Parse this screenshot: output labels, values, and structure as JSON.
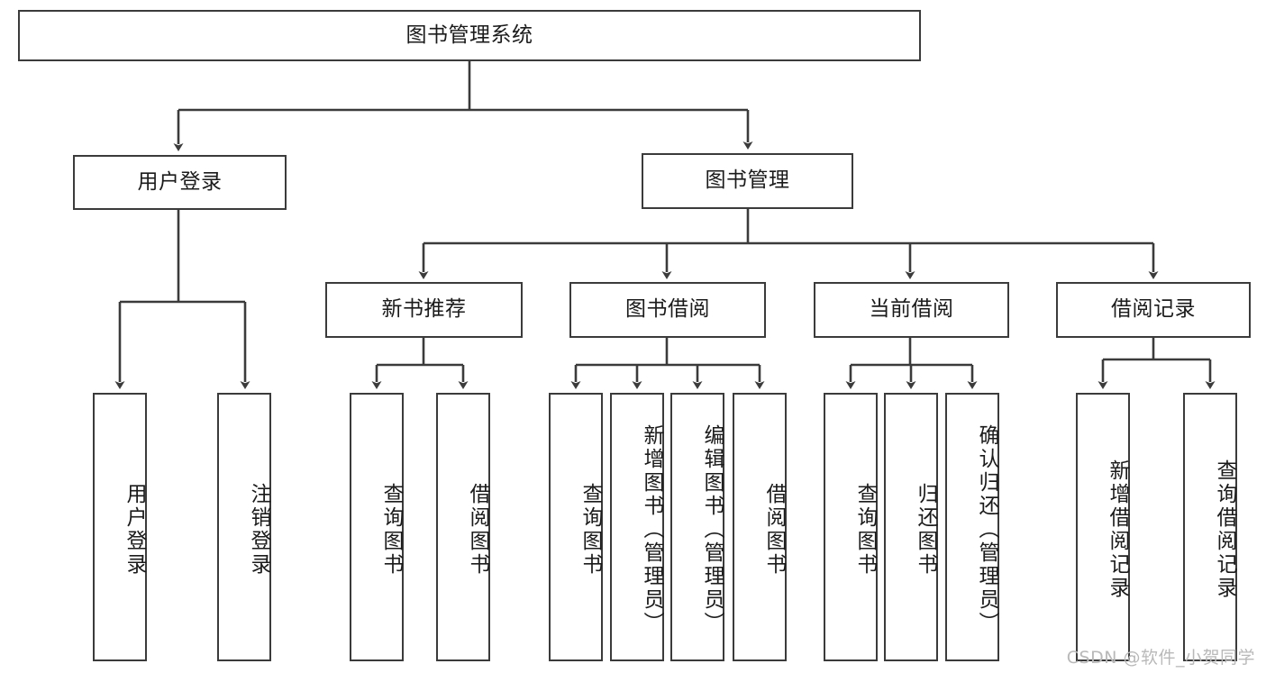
{
  "diagram": {
    "title": "图书管理系统",
    "type": "tree-hierarchy-diagram",
    "watermark": "CSDN @软件_小贺同学",
    "colors": {
      "stroke": "#3b3b3b",
      "fill": "#ffffff",
      "text": "#1b1b1b",
      "watermark": "#b9b9b9"
    },
    "nodes": {
      "root": {
        "label": "图书管理系统"
      },
      "level2": [
        {
          "id": "user-login",
          "label": "用户登录"
        },
        {
          "id": "book-manage",
          "label": "图书管理"
        }
      ],
      "level3": [
        {
          "id": "new-book-recommend",
          "label": "新书推荐"
        },
        {
          "id": "book-borrow",
          "label": "图书借阅"
        },
        {
          "id": "current-borrow",
          "label": "当前借阅"
        },
        {
          "id": "borrow-record",
          "label": "借阅记录"
        }
      ],
      "leaves": {
        "user-login": [
          {
            "id": "leaf-user-login",
            "label": "用户登录"
          },
          {
            "id": "leaf-user-logout",
            "label": "注销登录"
          }
        ],
        "new-book-recommend": [
          {
            "id": "leaf-query-book-1",
            "label": "查询图书"
          },
          {
            "id": "leaf-borrow-book-1",
            "label": "借阅图书"
          }
        ],
        "book-borrow": [
          {
            "id": "leaf-query-book-2",
            "label": "查询图书"
          },
          {
            "id": "leaf-add-book",
            "label": "新增图书（管理员）"
          },
          {
            "id": "leaf-edit-book",
            "label": "编辑图书（管理员）"
          },
          {
            "id": "leaf-borrow-book-2",
            "label": "借阅图书"
          }
        ],
        "current-borrow": [
          {
            "id": "leaf-query-book-3",
            "label": "查询图书"
          },
          {
            "id": "leaf-return-book",
            "label": "归还图书"
          },
          {
            "id": "leaf-confirm-return",
            "label": "确认归还（管理员）"
          }
        ],
        "borrow-record": [
          {
            "id": "leaf-add-record",
            "label": "新增借阅记录"
          },
          {
            "id": "leaf-query-record",
            "label": "查询借阅记录"
          }
        ]
      }
    }
  }
}
